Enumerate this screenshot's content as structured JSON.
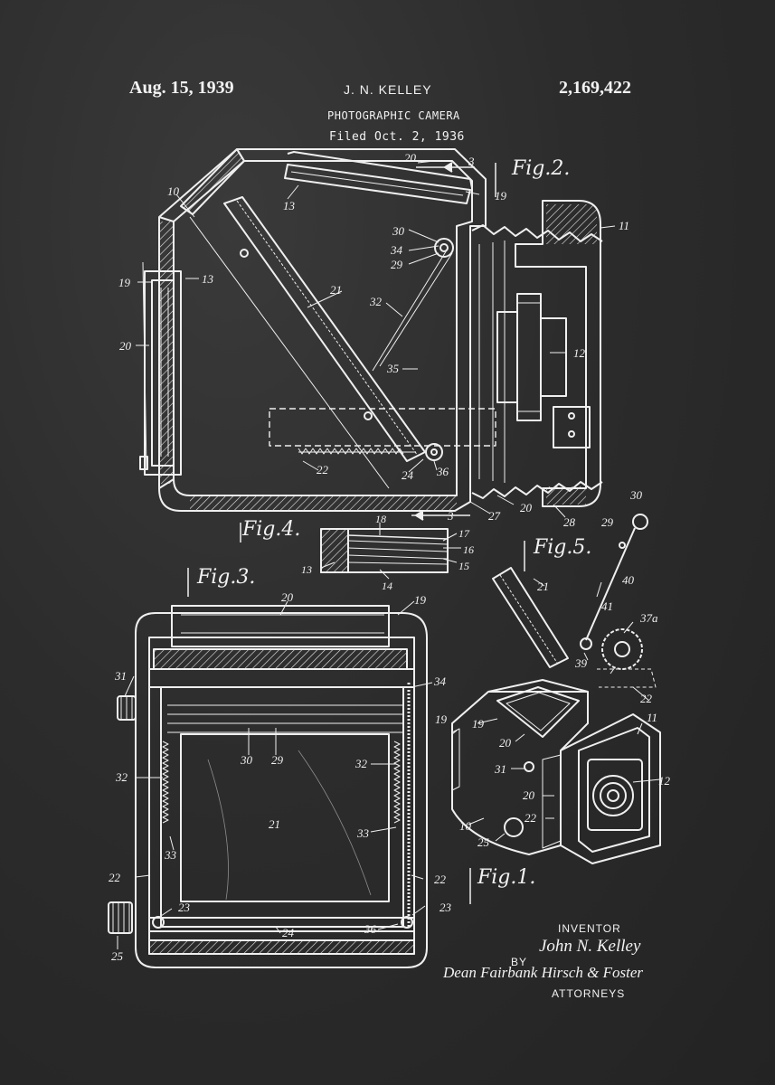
{
  "header": {
    "date": "Aug. 15, 1939",
    "inventor_name": "J. N. KELLEY",
    "patent_number": "2,169,422",
    "title": "PHOTOGRAPHIC CAMERA",
    "filed": "Filed Oct. 2, 1936"
  },
  "figures": {
    "fig1": "Fig.1.",
    "fig2": "Fig.2.",
    "fig3": "Fig.3.",
    "fig4": "Fig.4.",
    "fig5": "Fig.5."
  },
  "reference_numerals": {
    "fig2": [
      "10",
      "13",
      "20",
      "3",
      "19",
      "11",
      "30",
      "34",
      "29",
      "21",
      "32",
      "35",
      "12",
      "19",
      "13",
      "20",
      "22",
      "24",
      "36",
      "27",
      "20",
      "28",
      "3"
    ],
    "fig3": [
      "20",
      "19",
      "31",
      "34",
      "30",
      "29",
      "32",
      "32",
      "21",
      "33",
      "33",
      "22",
      "22",
      "23",
      "23",
      "24",
      "36",
      "25"
    ],
    "fig4": [
      "18",
      "17",
      "16",
      "15",
      "13",
      "14"
    ],
    "fig5": [
      "30",
      "29",
      "40",
      "21",
      "41",
      "37a",
      "39",
      "22"
    ],
    "fig1": [
      "19",
      "19",
      "20",
      "11",
      "12",
      "31",
      "20",
      "22",
      "10",
      "25"
    ]
  },
  "signature_block": {
    "inventor_label": "INVENTOR",
    "inventor_signature": "John N. Kelley",
    "by_label": "BY",
    "attorneys_signature": "Dean Fairbank Hirsch & Foster",
    "attorneys_label": "ATTORNEYS"
  },
  "colors": {
    "chalkboard": "#2b2b2b",
    "chalk": "#f2f2f2"
  }
}
